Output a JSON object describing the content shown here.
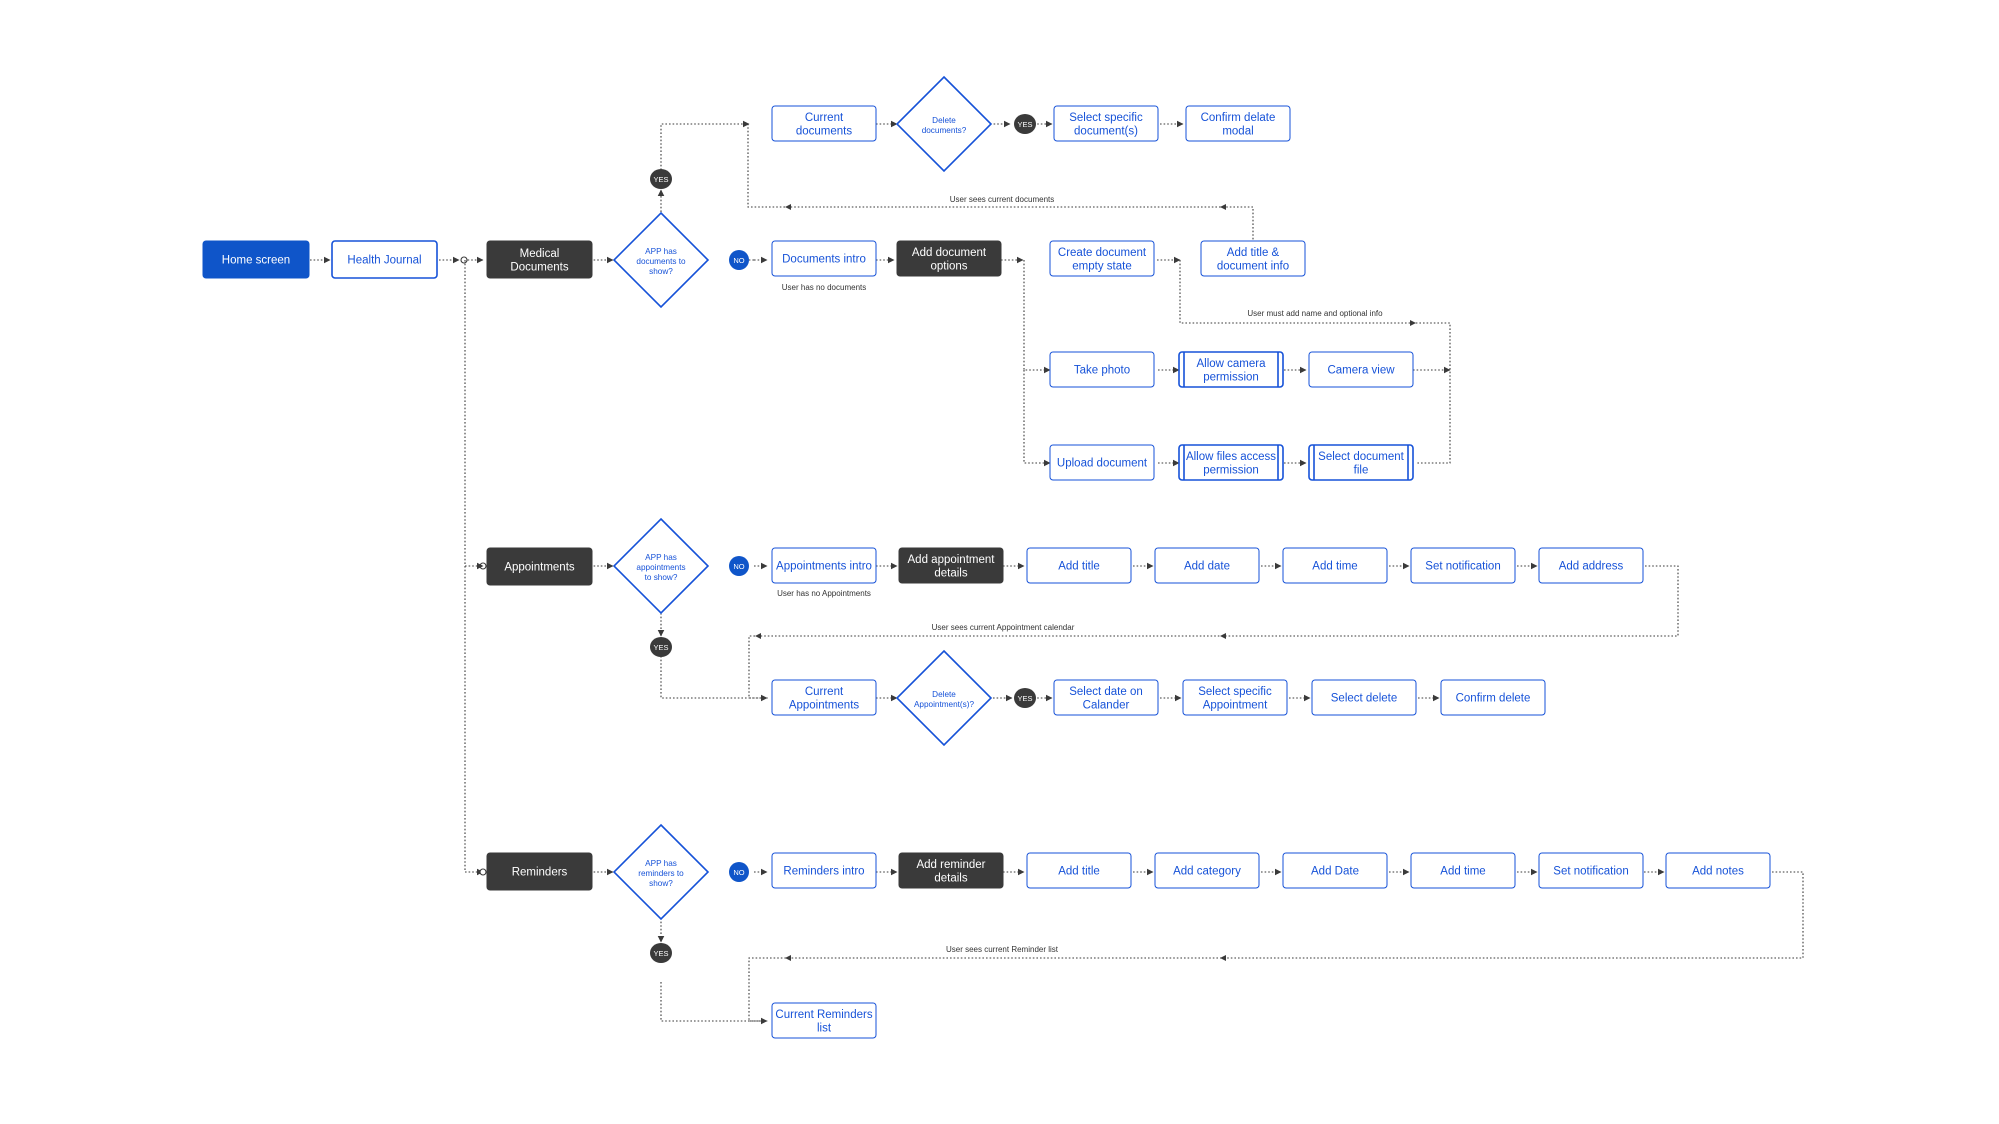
{
  "colors": {
    "accent": "#1652d8",
    "primary_fill": "#0f55c9",
    "dark_fill": "#3a3a3a",
    "connector": "#3a3a3a",
    "background": "#ffffff"
  },
  "nodes": {
    "home": "Home screen",
    "journal": "Health Journal",
    "med": [
      "Medical",
      "Documents"
    ],
    "q_docs": [
      "APP has",
      "documents to",
      "show?"
    ],
    "docs_intro": "Documents intro",
    "add_doc_opts": [
      "Add document",
      "options"
    ],
    "current_docs": [
      "Current",
      "documents"
    ],
    "q_delete_docs": [
      "Delete",
      "documents?"
    ],
    "select_doc": [
      "Select specific",
      "document(s)"
    ],
    "confirm_delete_modal": [
      "Confirm delate",
      "modal"
    ],
    "create_doc": [
      "Create document",
      "empty state"
    ],
    "add_title_doc": [
      "Add title &",
      "document info"
    ],
    "take_photo": "Take photo",
    "allow_camera": [
      "Allow camera",
      "permission"
    ],
    "camera_view": "Camera view",
    "upload_doc": "Upload document",
    "allow_files": [
      "Allow files access",
      "permission"
    ],
    "select_doc_file": [
      "Select document",
      "file"
    ],
    "appts": "Appointments",
    "q_appts": [
      "APP has",
      "appointments",
      "to show?"
    ],
    "appts_intro": "Appointments intro",
    "add_appt_details": [
      "Add appointment",
      "details"
    ],
    "appt_add_title": "Add title",
    "appt_add_date": "Add date",
    "appt_add_time": "Add time",
    "appt_set_notif": "Set notification",
    "appt_add_address": "Add address",
    "current_appts": [
      "Current",
      "Appointments"
    ],
    "q_delete_appts": [
      "Delete",
      "Appointment(s)?"
    ],
    "select_date": [
      "Select date on",
      "Calander"
    ],
    "select_appt": [
      "Select specific",
      "Appointment"
    ],
    "select_delete": "Select delete",
    "confirm_delete": "Confirm delete",
    "reminders": "Reminders",
    "q_reminders": [
      "APP has",
      "reminders to",
      "show?"
    ],
    "reminders_intro": "Reminders intro",
    "add_reminder_details": [
      "Add reminder",
      "details"
    ],
    "rem_add_title": "Add title",
    "rem_add_category": "Add category",
    "rem_add_date": "Add Date",
    "rem_add_time": "Add time",
    "rem_set_notif": "Set notification",
    "rem_add_notes": "Add notes",
    "current_reminders": [
      "Current Reminders",
      "list"
    ]
  },
  "badges": {
    "yes": "YES",
    "no": "NO"
  },
  "notes": {
    "user_sees_docs": "User sees current documents",
    "user_no_docs": "User has no documents",
    "user_must_add": "User must add name and optional info",
    "user_no_appts": "User has no Appointments",
    "user_sees_appt_calendar": "User sees current Appointment calendar",
    "user_sees_reminders": "User sees current Reminder list"
  }
}
